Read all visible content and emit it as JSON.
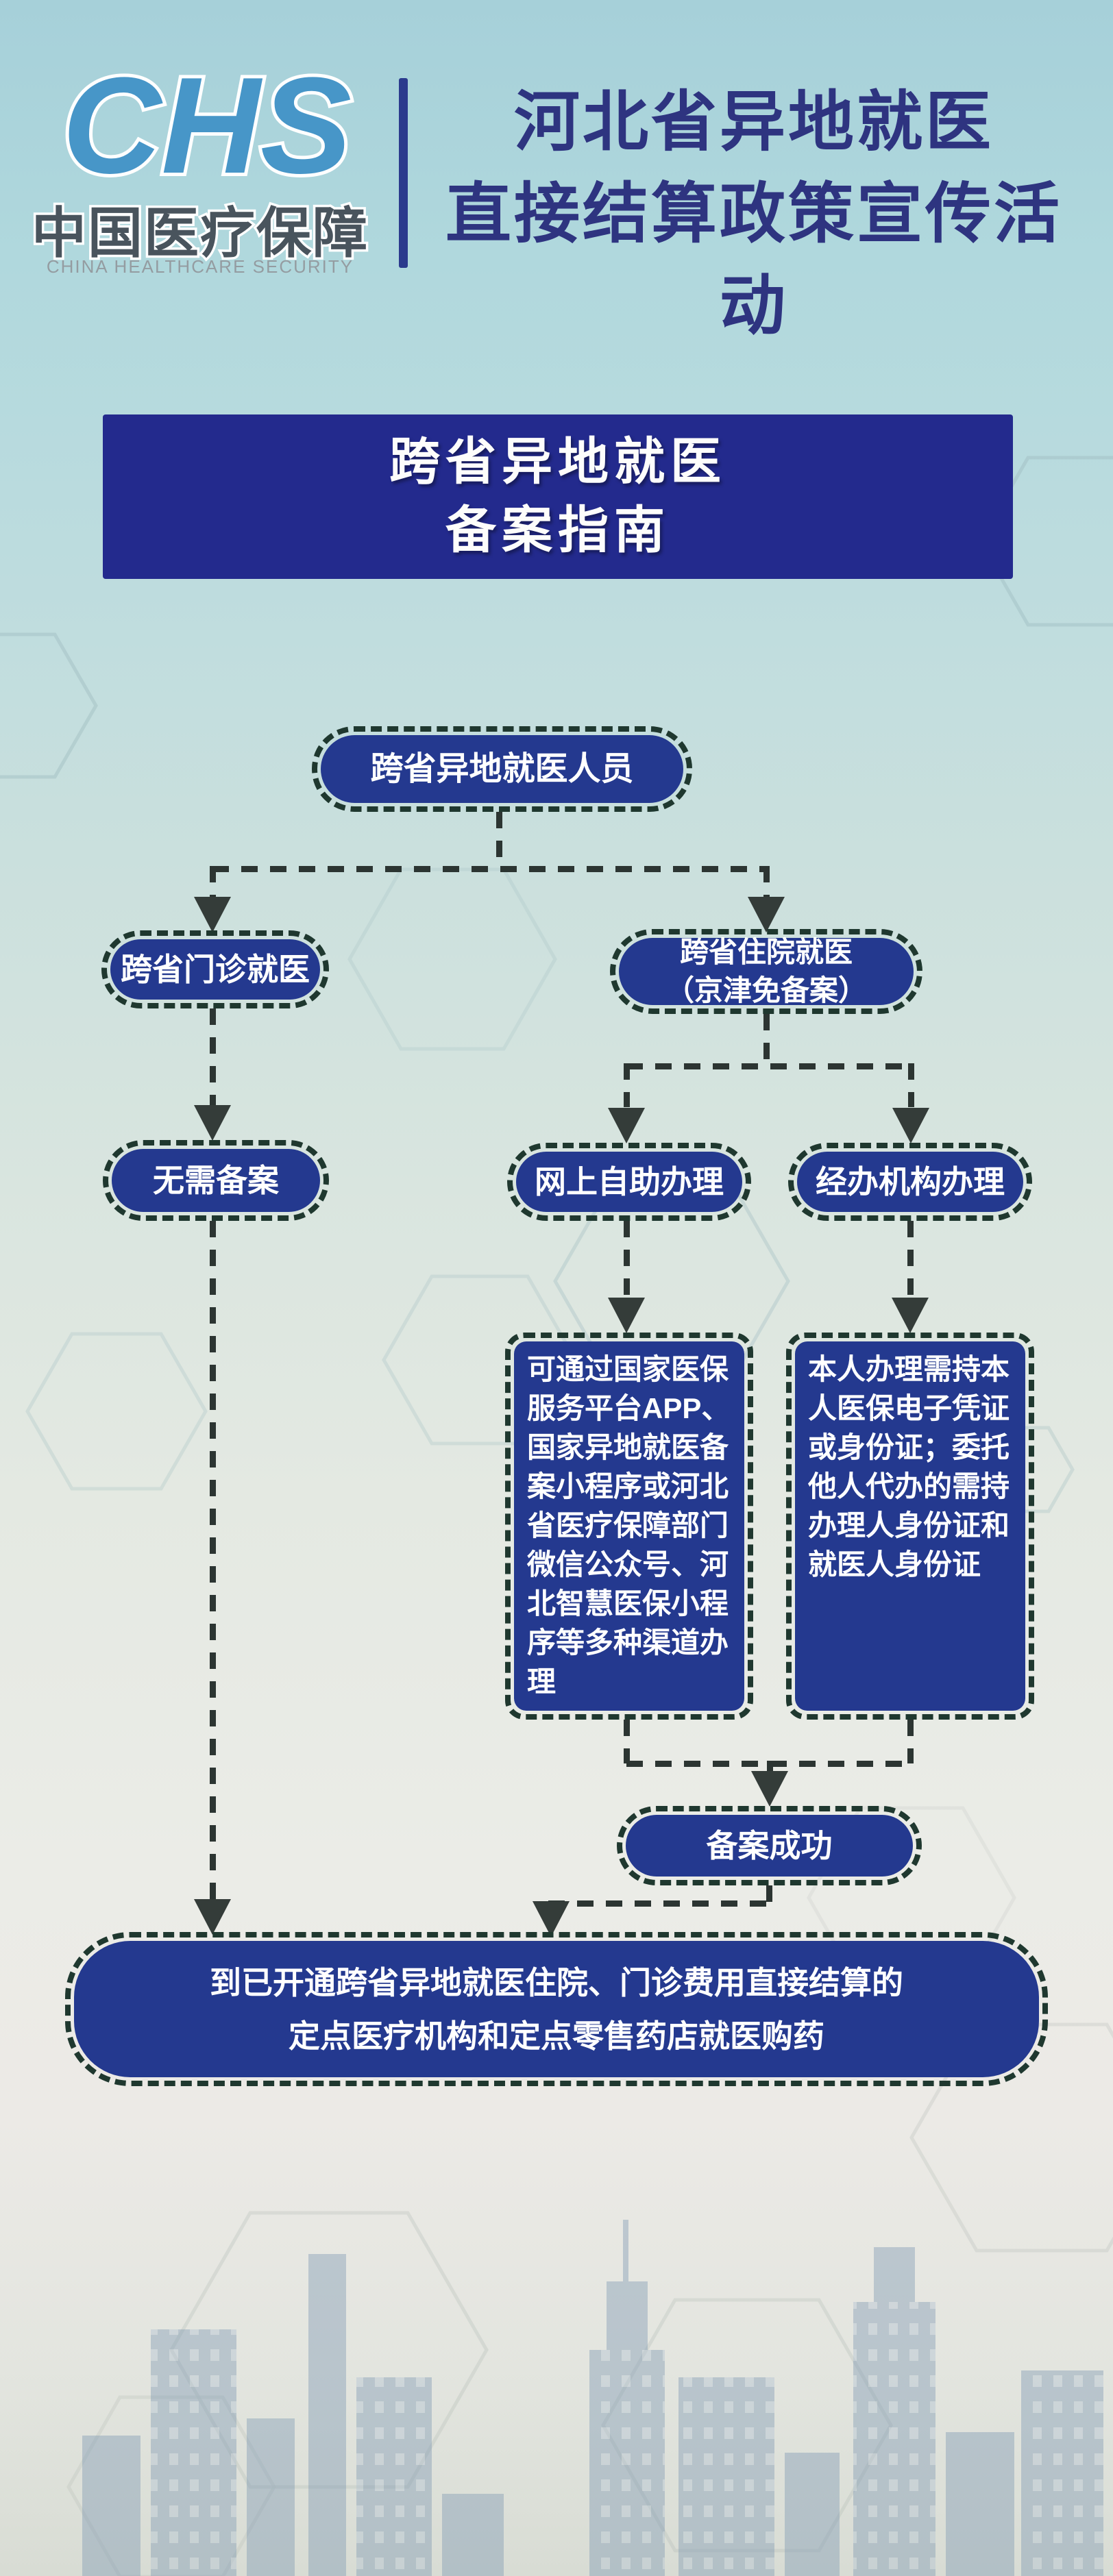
{
  "logo": {
    "acronym": "CHS",
    "name_zh": "中国医疗保障",
    "name_en": "CHINA HEALTHCARE SECURITY"
  },
  "title": {
    "line1": "河北省异地就医",
    "line2": "直接结算政策宣传活动"
  },
  "banner": {
    "line1": "跨省异地就医",
    "line2": "备案指南"
  },
  "flow": {
    "start": "跨省异地就医人员",
    "outpatient": "跨省门诊就医",
    "inpatient": "跨省住院就医\n（京津免备案）",
    "no_filing": "无需备案",
    "online": "网上自助办理",
    "agency": "经办机构办理",
    "online_detail": "可通过国家医保\n服务平台APP、\n国家异地就医备\n案小程序或河北\n省医疗保障部门\n微信公众号、河\n北智慧医保小程\n序等多种渠道办\n理",
    "agency_detail": "本人办理需持本\n人医保电子凭证\n或身份证；委托\n他人代办的需持\n办理人身份证和\n就医人身份证",
    "success": "备案成功",
    "final": "到已开通跨省异地就医住院、门诊费用直接结算的\n定点医疗机构和定点零售药店就医购药"
  },
  "colors": {
    "node_fill": "#24398f",
    "banner_fill": "#232a8d",
    "dash_border": "#1f382f",
    "connector": "#2c3532",
    "title_text": "#2e3480",
    "logo_blue": "#4796c8",
    "background_top": "#a6d0d9",
    "background_bottom": "#d8dcd4"
  }
}
